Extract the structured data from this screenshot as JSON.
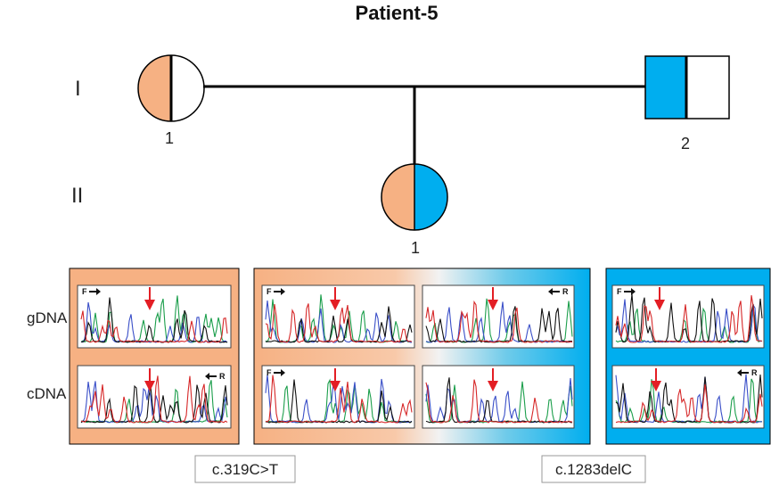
{
  "title": "Patient-5",
  "generations": {
    "g1": "I",
    "g2": "II"
  },
  "individuals": {
    "mother_id": "1",
    "father_id": "2",
    "child_id": "1"
  },
  "row_labels": {
    "gdna": "gDNA",
    "cdna": "cDNA"
  },
  "primer_labels": {
    "forward": "F",
    "reverse": "R"
  },
  "mutations": {
    "left": "c.319C>T",
    "right": "c.1283delC"
  },
  "colors": {
    "maternal_allele": "#F6B183",
    "paternal_allele": "#00AEEF",
    "arrow_red": "#E31E24",
    "trace_a": "#1B9E4B",
    "trace_c": "#3A4FC8",
    "trace_g": "#111111",
    "trace_t": "#D62728"
  }
}
